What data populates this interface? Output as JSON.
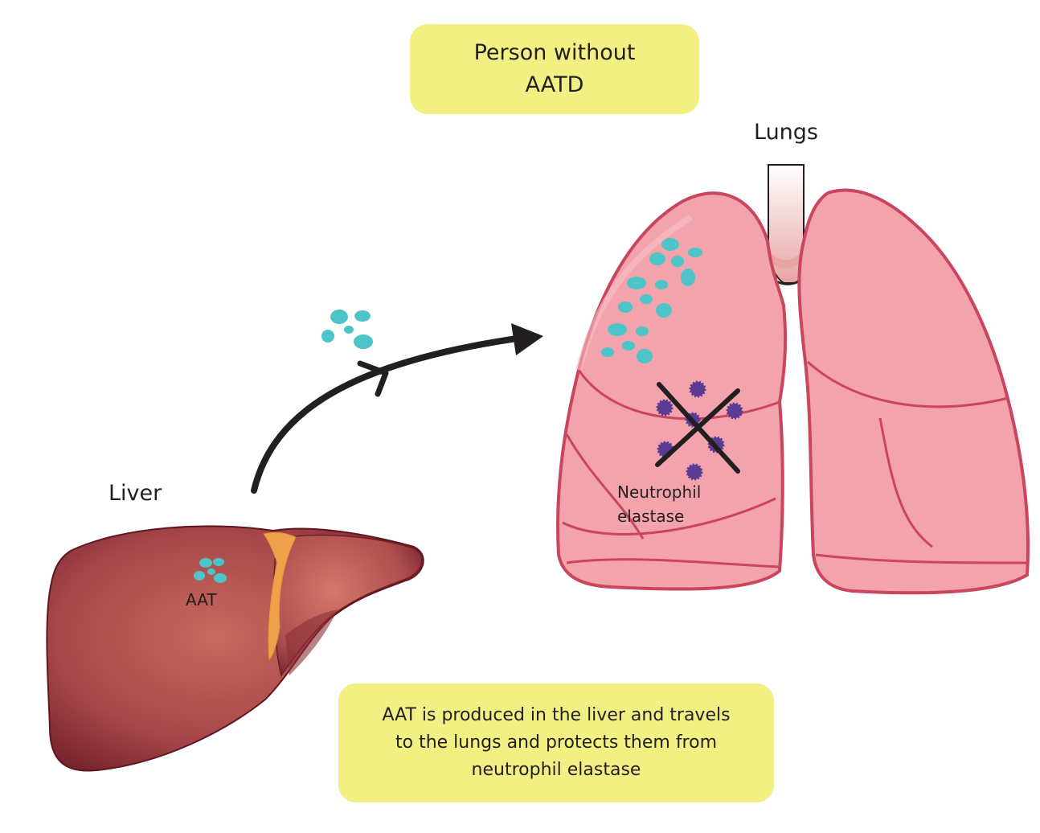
{
  "title": {
    "line1": "Person without",
    "line2": "AATD"
  },
  "labels": {
    "lungs": "Lungs",
    "liver": "Liver",
    "aat": "AAT",
    "neutrophil_line1": "Neutrophil",
    "neutrophil_line2": "elastase"
  },
  "caption": {
    "line1": "AAT is produced in the liver and travels",
    "line2": "to the lungs and protects them from",
    "line3": "neutrophil elastase"
  },
  "colors": {
    "highlight_box": "#f3f083",
    "aat_particle": "#4cc4c8",
    "elastase": "#5b3b93",
    "lung_fill": "#f2a3ab",
    "lung_outline": "#c9465e",
    "liver_fill": "#a8474a",
    "arrow": "#231f20"
  }
}
